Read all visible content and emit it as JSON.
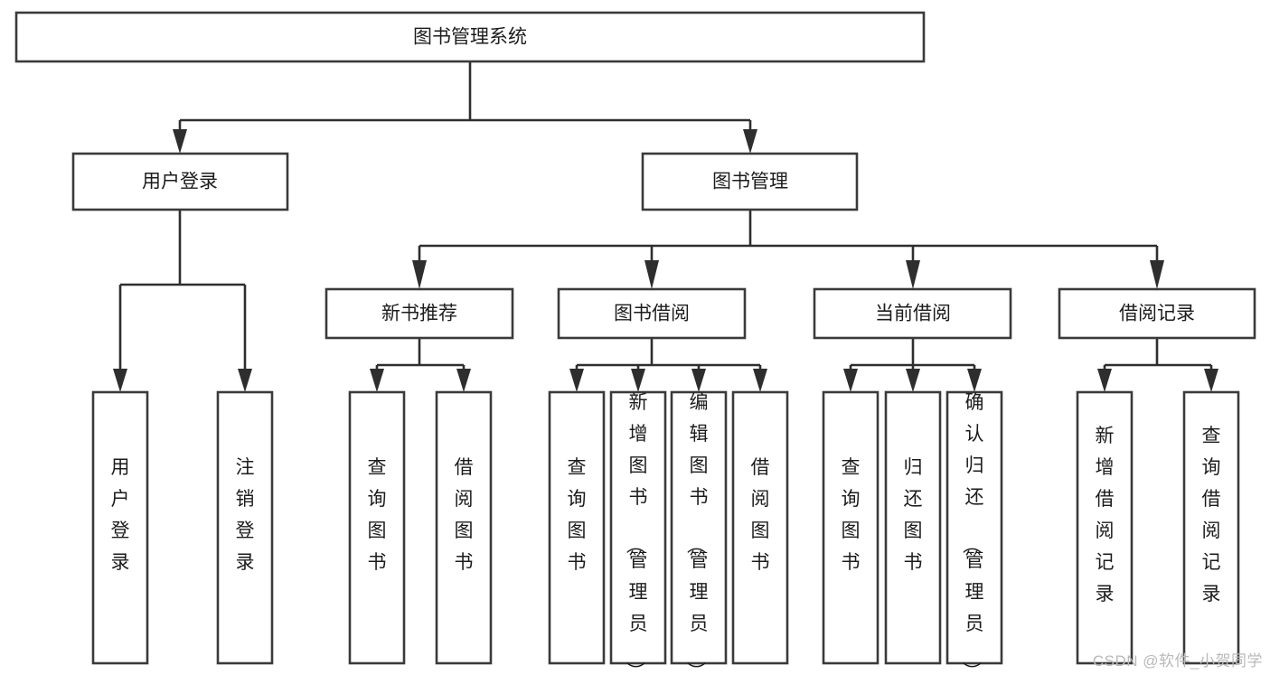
{
  "diagram": {
    "title": "图书管理系统",
    "type": "tree-hierarchy-diagram",
    "watermark": "CSDN @软件_小贺同学",
    "colors": {
      "box_border": "#3a3a3a",
      "connector": "#2e2e2e",
      "box_fill": "#ffffff",
      "text": "#1c1c1c",
      "watermark": "#b9b9b9",
      "background": "#ffffff"
    },
    "root": {
      "label": "图书管理系统"
    },
    "level2": [
      {
        "label": "用户登录"
      },
      {
        "label": "图书管理"
      }
    ],
    "level3": [
      {
        "label": "新书推荐"
      },
      {
        "label": "图书借阅"
      },
      {
        "label": "当前借阅"
      },
      {
        "label": "借阅记录"
      }
    ],
    "leaves": {
      "user_login": [
        {
          "label": "用户登录"
        },
        {
          "label": "注销登录"
        }
      ],
      "new_book_recommend": [
        {
          "label": "查询图书"
        },
        {
          "label": "借阅图书"
        }
      ],
      "book_borrow": [
        {
          "label": "查询图书"
        },
        {
          "label": "新增图书（管理员）"
        },
        {
          "label": "编辑图书（管理员）"
        },
        {
          "label": "借阅图书"
        }
      ],
      "current_borrow": [
        {
          "label": "查询图书"
        },
        {
          "label": "归还图书"
        },
        {
          "label": "确认归还（管理员）"
        }
      ],
      "borrow_record": [
        {
          "label": "新增借阅记录"
        },
        {
          "label": "查询借阅记录"
        }
      ]
    }
  }
}
